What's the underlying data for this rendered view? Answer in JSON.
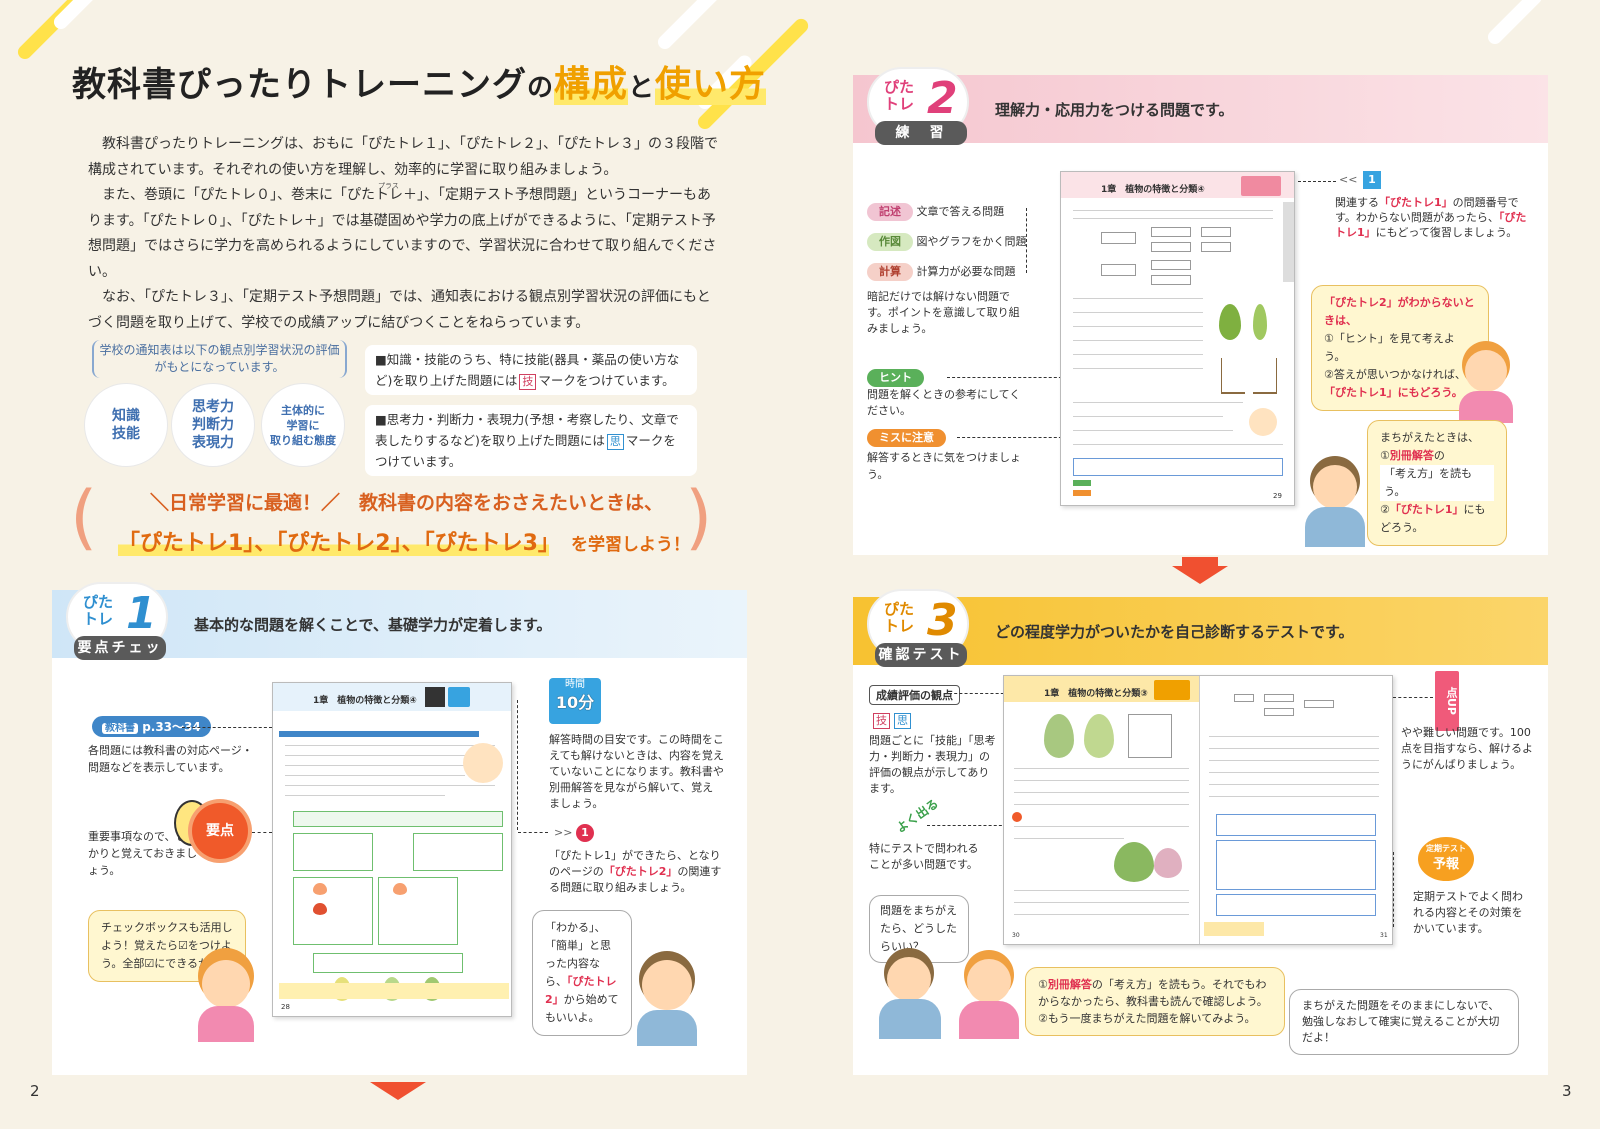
{
  "header": {
    "title_plain": "教科書ぴったりトレーニング",
    "title_no": "の",
    "title_kosei": "構成",
    "title_to": "と",
    "title_tsukaikata": "使い方"
  },
  "intro": {
    "p1": "教科書ぴったりトレーニングは、おもに「ぴたトレ１」、「ぴたトレ２」、「ぴたトレ３」の３段階で構成されています。それぞれの使い方を理解し、効率的に学習に取り組みましょう。",
    "p2_ruby": "プラス",
    "p2": "また、巻頭に「ぴたトレ０」、巻末に「ぴたトレ＋」、「定期テスト予想問題」というコーナーもあります。「ぴたトレ０」、「ぴたトレ＋」では基礎固めや学力の底上げができるように、「定期テスト予想問題」ではさらに学力を高められるようにしていますので、学習状況に合わせて取り組んでください。",
    "p3": "なお、「ぴたトレ３」、「定期テスト予想問題」では、通知表における観点別学習状況の評価にもとづく問題を取り上げて、学校での成績アップに結びつくことをねらっています。"
  },
  "viewpoints": {
    "notice": "学校の通知表は以下の観点別学習状況の評価がもとになっています。",
    "c1": "知識\n技能",
    "c2": "思考力\n判断力\n表現力",
    "c3": "主体的に\n学習に\n取り組む態度",
    "note1_a": "■知識・技能のうち、特に技能(器具・薬品の使い方など)を取り上げた問題には",
    "note1_tag": "技",
    "note1_b": "マークをつけています。",
    "note2_a": "■思考力・判断力・表現力(予想・考察したり、文章で表したりするなど)を取り上げた問題には",
    "note2_tag": "思",
    "note2_b": "マークをつけています。"
  },
  "slogan": {
    "line1_a": "＼日常学習に最適！／",
    "line1_b": "教科書の内容をおさえたいときは、",
    "line2_a": "「ぴたトレ1」、「ぴたトレ2」、「ぴたトレ3」",
    "line2_b": "を学習しよう！"
  },
  "panel1": {
    "logo_pt": "ぴた\nトレ",
    "logo_num": "1",
    "logo_label": "要点チェック",
    "band": "基本的な問題を解くことで、基礎学力が定着します。",
    "textbook_tag": "教科書",
    "textbook_pages": "p.33〜34",
    "textbook_desc": "各問題には教科書の対応ページ・問題などを表示しています。",
    "time_label": "時間",
    "time_value": "10分",
    "time_desc": "解答時間の目安です。この時間をこえても解けないときは、内容を覚えていないことになります。教科書や別冊解答を見ながら解いて、覚えましょう。",
    "key_desc": "重要事項なので、しっかりと覚えておきましょう。",
    "key_label": "要点",
    "next_num": "1",
    "next_desc_a": "「ぴたトレ1」ができたら、となりのページの",
    "next_desc_red": "「ぴたトレ2」",
    "next_desc_b": "の関連する問題に取り組みましょう。",
    "check_bubble": "チェックボックスも活用しよう！覚えたら☑をつけよう。全部☑にできるかな。",
    "easy_bubble_a": "「わかる」、「簡単」と思った内容なら、",
    "easy_bubble_red": "「ぴたトレ2」",
    "easy_bubble_b": "から始めてもいいよ。",
    "page_title": "1章　植物の特徴と分類④",
    "page_no": "28"
  },
  "panel2": {
    "logo_pt": "ぴた\nトレ",
    "logo_num": "2",
    "logo_label": "練　習",
    "band": "理解力・応用力をつける問題です。",
    "kijutsu_tag": "記述",
    "kijutsu": "文章で答える問題",
    "sakuzu_tag": "作図",
    "sakuzu": "図やグラフをかく問題",
    "keisan_tag": "計算",
    "keisan": "計算力が必要な問題",
    "memo": "暗記だけでは解けない問題です。ポイントを意識して取り組みましょう。",
    "hint_tag": "ヒント",
    "hint": "問題を解くときの参考にしてください。",
    "miss_tag": "ミスに注意",
    "miss": "解答するときに気をつけましょう。",
    "related_num": "1",
    "related_a": "関連する",
    "related_red": "「ぴたトレ1」",
    "related_b": "の問題番号です。わからない問題があったら、",
    "related_red2": "「ぴたトレ1」",
    "related_c": "にもどって復習しましょう。",
    "q_bubble_title": "「ぴたトレ2」がわからないときは、",
    "q_bubble_1": "①「ヒント」を見て考えよう。",
    "q_bubble_2a": "②答えが思いつかなければ、",
    "q_bubble_2b": "「ぴたトレ1」にもどろう。",
    "mistake_bubble_title": "まちがえたときは、",
    "mistake_bubble_1a": "①",
    "mistake_bubble_1red": "別冊解答",
    "mistake_bubble_1b": "の",
    "mistake_bubble_1c": "「考え方」を読もう。",
    "mistake_bubble_2a": "②",
    "mistake_bubble_2red": "「ぴたトレ1」",
    "mistake_bubble_2b": "にもどろう。",
    "page_title": "1章　植物の特徴と分類④",
    "page_no": "29"
  },
  "panel3": {
    "logo_pt": "ぴた\nトレ",
    "logo_num": "3",
    "logo_label": "確認テスト",
    "band": "どの程度学力がついたかを自己診断するテストです。",
    "seiseki_tag": "成績評価の観点",
    "tag_gi": "技",
    "tag_shi": "思",
    "seiseki": "問題ごとに「技能」「思考力・判断力・表現力」の評価の観点が示してあります。",
    "deru_label": "よく出る",
    "deru": "特にテストで問われることが多い問題です。",
    "question_bubble": "問題をまちがえたら、どうしたらいい？",
    "answer_a": "①",
    "answer_red": "別冊解答",
    "answer_b": "の「考え方」を読もう。それでもわからなかったら、教科書も読んで確認しよう。",
    "answer_c": "②もう一度まちがえた問題を解いてみよう。",
    "ten_up": "点UP",
    "hard": "やや難しい問題です。100点を目指すなら、解けるようにがんばりましょう。",
    "yoho_a": "定期テスト",
    "yoho_b": "予報",
    "yoho": "定期テストでよく問われる内容とその対策をかいています。",
    "final": "まちがえた問題をそのままにしないで、勉強しなおして確実に覚えることが大切だよ！",
    "page_title": "1章　植物の特徴と分類③",
    "page_no_l": "30",
    "page_no_r": "31"
  },
  "page_numbers": {
    "left": "2",
    "right": "3"
  }
}
